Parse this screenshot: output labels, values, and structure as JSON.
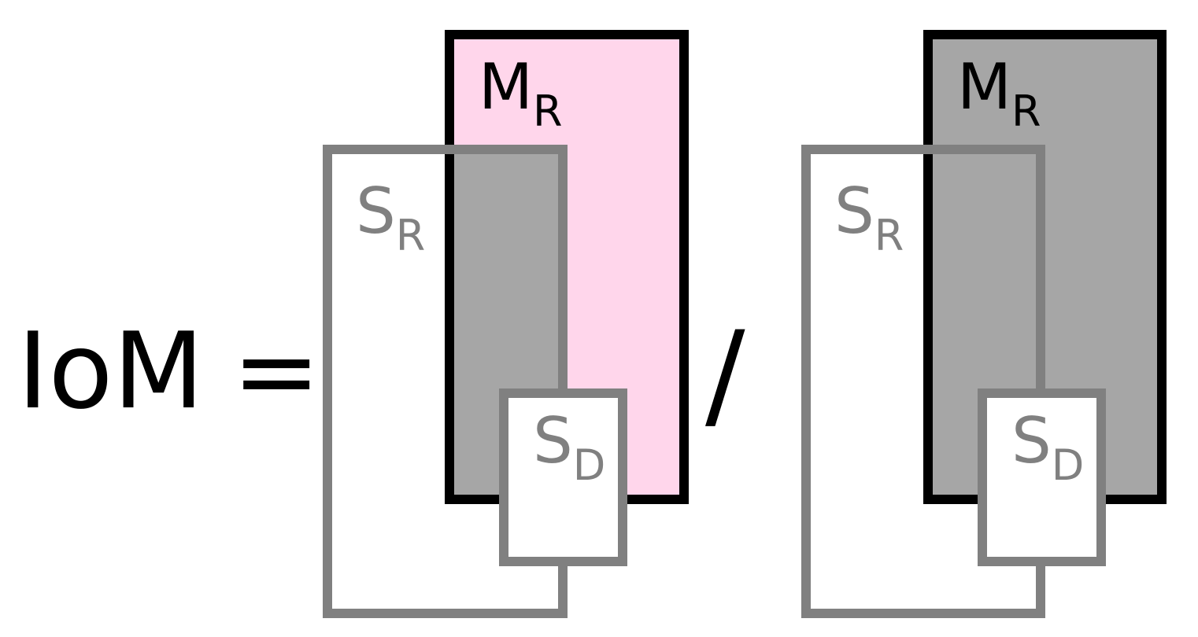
{
  "formula": {
    "lhs": "IoM",
    "equals": "=",
    "divide": "/"
  },
  "numerator": {
    "mask_region": {
      "base": "M",
      "sub": "R"
    },
    "rect_region": {
      "base": "S",
      "sub": "R"
    },
    "detect_region": {
      "base": "S",
      "sub": "D"
    }
  },
  "denominator": {
    "mask_region": {
      "base": "M",
      "sub": "R"
    },
    "rect_region": {
      "base": "S",
      "sub": "R"
    },
    "detect_region": {
      "base": "S",
      "sub": "D"
    }
  },
  "colors": {
    "mask_outline": "#000000",
    "rect_outline": "#808080",
    "intersection_fill": "#a6a6a6",
    "numerator_mask_fill": "#ffd6eb",
    "denominator_mask_fill": "#a6a6a6",
    "background": "#ffffff",
    "text_dark": "#000000",
    "text_gray": "#808080"
  }
}
